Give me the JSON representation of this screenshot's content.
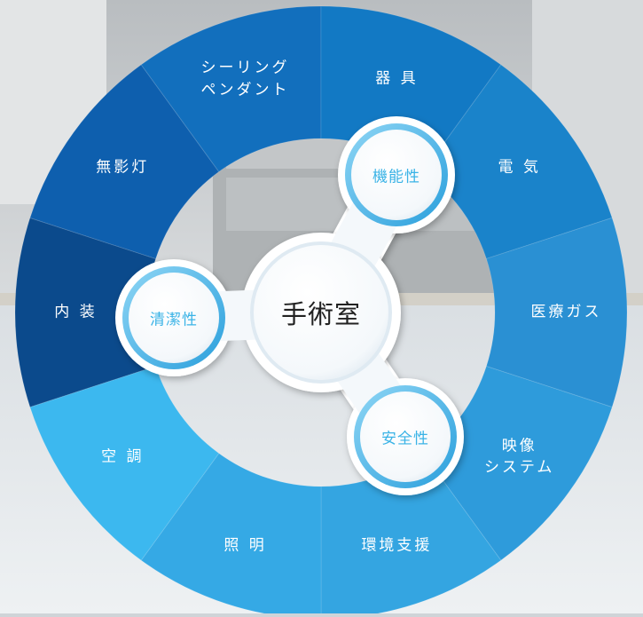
{
  "diagram": {
    "center": {
      "label": "手術室"
    },
    "properties": [
      {
        "id": "functionality",
        "label": "機能性"
      },
      {
        "id": "cleanliness",
        "label": "清潔性"
      },
      {
        "id": "safety",
        "label": "安全性"
      }
    ],
    "segments": [
      {
        "id": "interior",
        "label": "内 装",
        "color": "#0b4a8c"
      },
      {
        "id": "shadowless-light",
        "label": "無影灯",
        "color": "#0e5fae"
      },
      {
        "id": "ceiling-pendant",
        "label": "シーリング\nペンダント",
        "color": "#126fbd"
      },
      {
        "id": "instruments",
        "label": "器 具",
        "color": "#1279c4"
      },
      {
        "id": "electrical",
        "label": "電 気",
        "color": "#1a83ca"
      },
      {
        "id": "medical-gas",
        "label": "医療ガス",
        "color": "#2a90d3"
      },
      {
        "id": "video-system",
        "label": "映像\nシステム",
        "color": "#2e9bdb"
      },
      {
        "id": "environment-support",
        "label": "環境支援",
        "color": "#34a5e1"
      },
      {
        "id": "lighting",
        "label": "照 明",
        "color": "#35a9e5"
      },
      {
        "id": "air-conditioning",
        "label": "空 調",
        "color": "#3cb8ef"
      }
    ]
  }
}
